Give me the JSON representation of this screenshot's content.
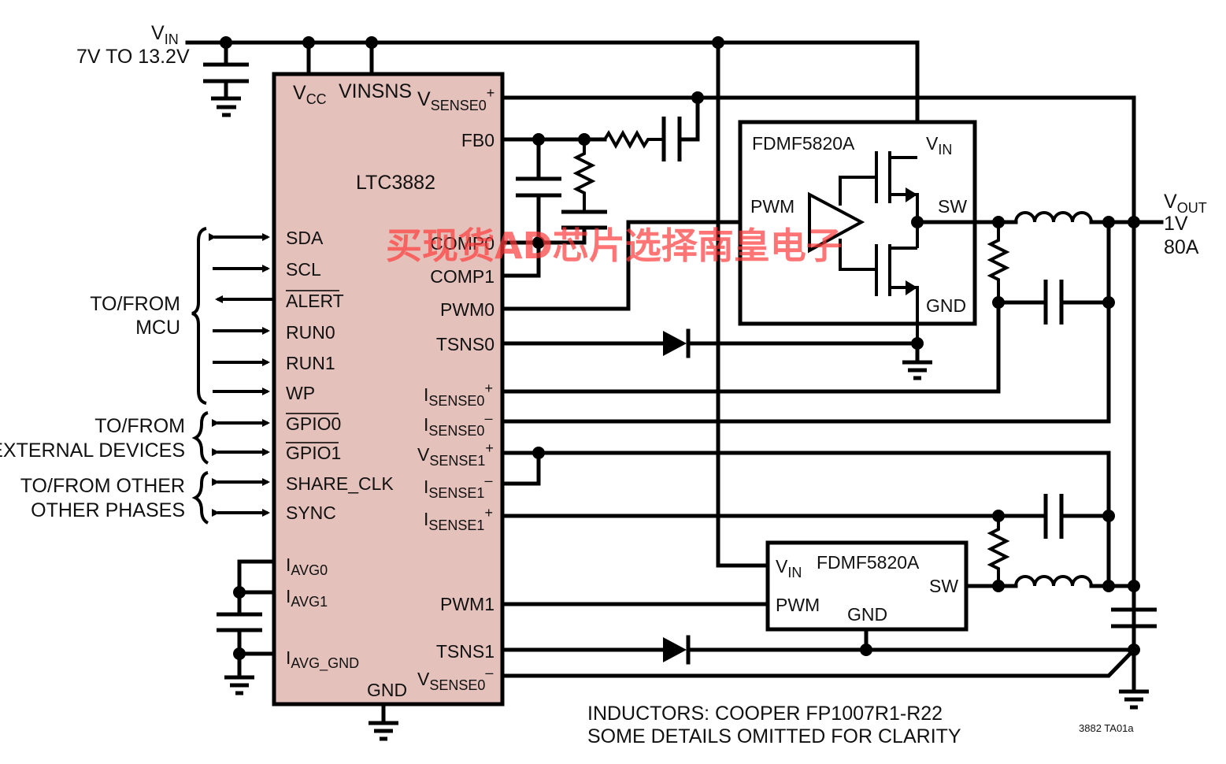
{
  "diagram": {
    "title": "LTC3882 dual-phase 1V/80A application circuit",
    "ic_main": {
      "name": "LTC3882",
      "fill_color": "#e5c1bb",
      "top_pins": [
        "V",
        "VINSNS",
        "V"
      ],
      "top_pins_sub": [
        "CC",
        "SENSE0"
      ],
      "top_pins_sup": [
        "+"
      ],
      "left_pins": [
        "SDA",
        "SCL",
        "ALERT",
        "RUN0",
        "RUN1",
        "WP",
        "GPIO0",
        "GPIO1",
        "SHARE_CLK",
        "SYNC"
      ],
      "left_iavg": [
        {
          "main": "I",
          "sub": "AVG0"
        },
        {
          "main": "I",
          "sub": "AVG1"
        },
        {
          "main": "I",
          "sub": "AVG_GND"
        }
      ],
      "right_pins_plain": [
        "FB0",
        "COMP0",
        "COMP1",
        "PWM0",
        "TSNS0",
        "PWM1",
        "TSNS1"
      ],
      "right_sense": [
        {
          "main": "I",
          "sub": "SENSE0",
          "sup": "+"
        },
        {
          "main": "I",
          "sub": "SENSE0",
          "sup": "–"
        },
        {
          "main": "V",
          "sub": "SENSE1",
          "sup": "+"
        },
        {
          "main": "I",
          "sub": "SENSE1",
          "sup": "–"
        },
        {
          "main": "I",
          "sub": "SENSE1",
          "sup": "+"
        },
        {
          "main": "V",
          "sub": "SENSE0",
          "sup": "–"
        }
      ],
      "bottom_pin": "GND"
    },
    "power_stage_top": {
      "name": "FDMF5820A",
      "pins": {
        "vin": "V",
        "vin_sub": "IN",
        "pwm": "PWM",
        "sw": "SW",
        "gnd": "GND"
      }
    },
    "power_stage_bottom": {
      "name": "FDMF5820A",
      "pins": {
        "vin": "V",
        "vin_sub": "IN",
        "pwm": "PWM",
        "sw": "SW",
        "gnd": "GND"
      }
    },
    "input": {
      "label": "V",
      "label_sub": "IN",
      "range": "7V TO 13.2V"
    },
    "output": {
      "label": "V",
      "label_sub": "OUT",
      "voltage": "1V",
      "current": "80A"
    },
    "groups": [
      {
        "line1": "TO/FROM",
        "line2": "MCU"
      },
      {
        "line1": "TO/FROM",
        "line2": "EXTERNAL DEVICES"
      },
      {
        "line1": "TO/FROM OTHER",
        "line2": "OTHER PHASES"
      }
    ],
    "notes": [
      "INDUCTORS: COOPER FP1007R1-R22",
      "SOME DETAILS OMITTED FOR CLARITY"
    ],
    "figure_id": "3882 TA01a",
    "watermark": "买现货AD芯片选择南皇电子"
  }
}
